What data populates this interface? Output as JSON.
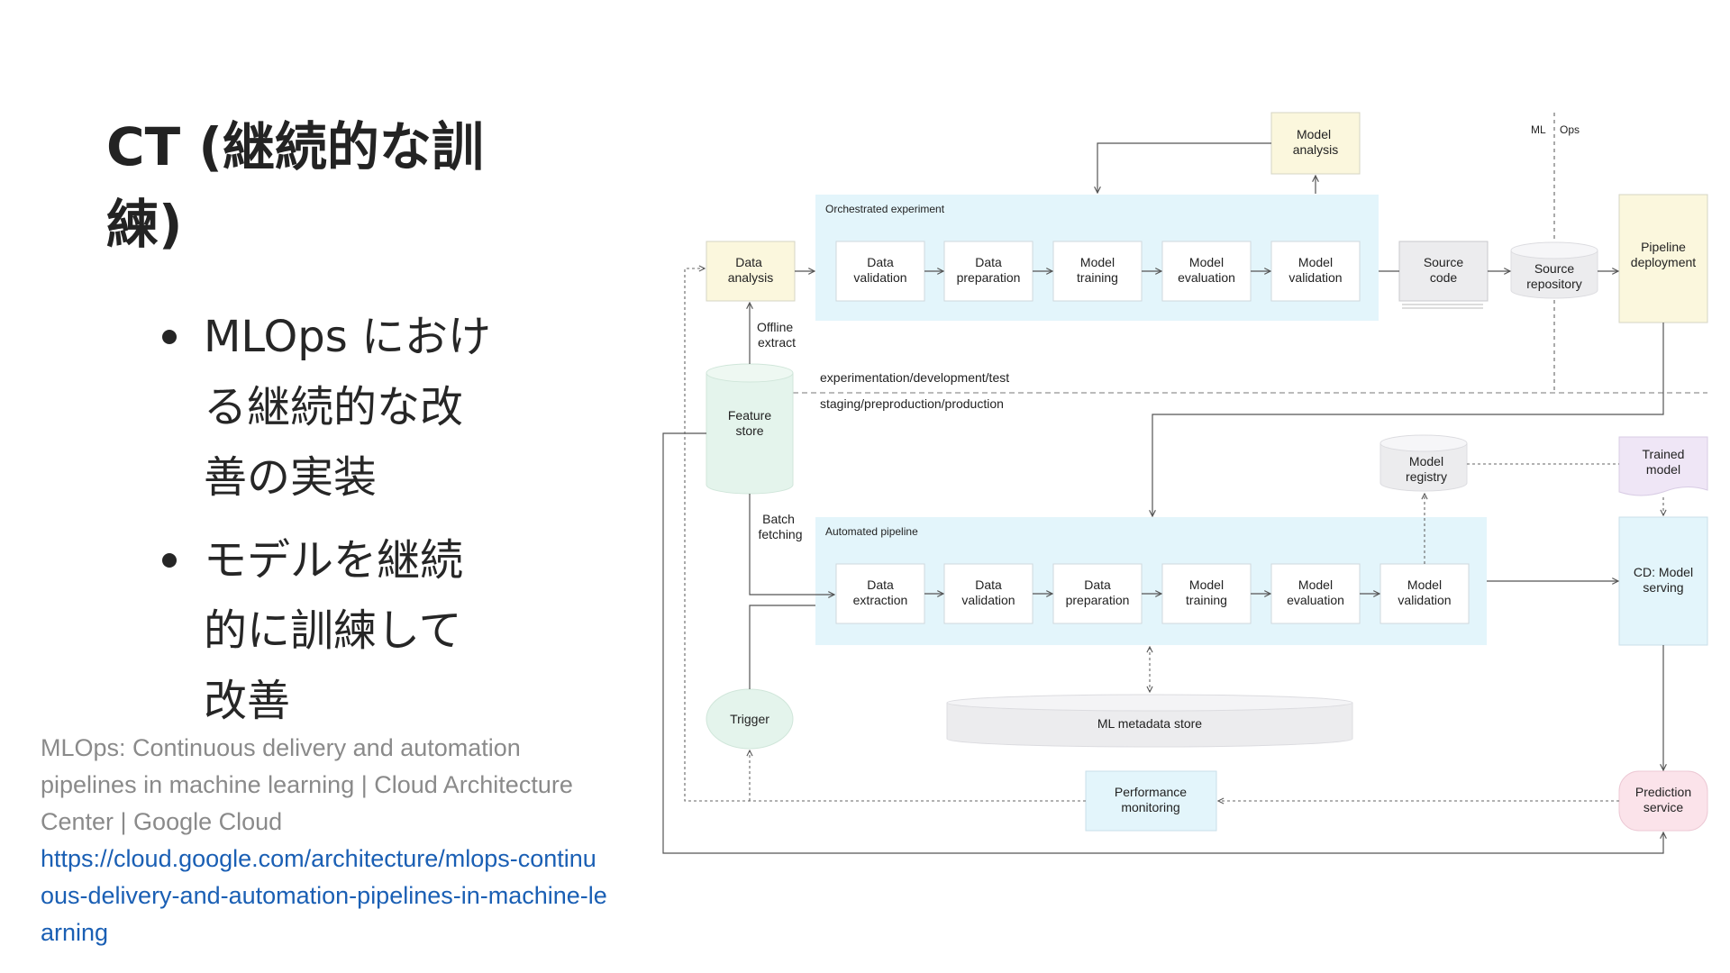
{
  "title": "CT (継続的な訓練)",
  "bullets": [
    "MLOps における継続的な改善の実装",
    "モデルを継続的に訓練して改善"
  ],
  "source": {
    "text": "MLOps: Continuous delivery and automation pipelines in machine learning  |  Cloud Architecture Center  |  Google Cloud",
    "url": "https://cloud.google.com/architecture/mlops-continuous-delivery-and-automation-pipelines-in-machine-learning"
  },
  "diagram": {
    "ml_label": "ML",
    "ops_label": "Ops",
    "model_analysis": [
      "Model",
      "analysis"
    ],
    "orchestrated_label": "Orchestrated experiment",
    "automated_label": "Automated pipeline",
    "data_analysis": [
      "Data",
      "analysis"
    ],
    "offline_extract": [
      "Offline",
      "extract"
    ],
    "feature_store": [
      "Feature",
      "store"
    ],
    "batch_fetching": [
      "Batch",
      "fetching"
    ],
    "trigger": "Trigger",
    "experiment_steps": [
      [
        "Data",
        "validation"
      ],
      [
        "Data",
        "preparation"
      ],
      [
        "Model",
        "training"
      ],
      [
        "Model",
        "evaluation"
      ],
      [
        "Model",
        "validation"
      ]
    ],
    "pipeline_steps": [
      [
        "Data",
        "extraction"
      ],
      [
        "Data",
        "validation"
      ],
      [
        "Data",
        "preparation"
      ],
      [
        "Model",
        "training"
      ],
      [
        "Model",
        "evaluation"
      ],
      [
        "Model",
        "validation"
      ]
    ],
    "source_code": [
      "Source",
      "code"
    ],
    "source_repository": [
      "Source",
      "repository"
    ],
    "pipeline_deployment": [
      "Pipeline",
      "deployment"
    ],
    "env_top": "experimentation/development/test",
    "env_bottom": "staging/preproduction/production",
    "model_registry": [
      "Model",
      "registry"
    ],
    "trained_model": [
      "Trained",
      "model"
    ],
    "cd_model_serving": [
      "CD: Model",
      "serving"
    ],
    "ml_metadata_store": "ML metadata store",
    "performance_monitoring": [
      "Performance",
      "monitoring"
    ],
    "prediction_service": [
      "Prediction",
      "service"
    ],
    "colors": {
      "cyan_bg": "#e3f5fb",
      "yellow_bg": "#fbf7dd",
      "mint_bg": "#e4f4ec",
      "grey_bg": "#ececee",
      "purple_bg": "#efe6f6",
      "pink_bg": "#fbe3ea",
      "line": "#555555"
    }
  }
}
